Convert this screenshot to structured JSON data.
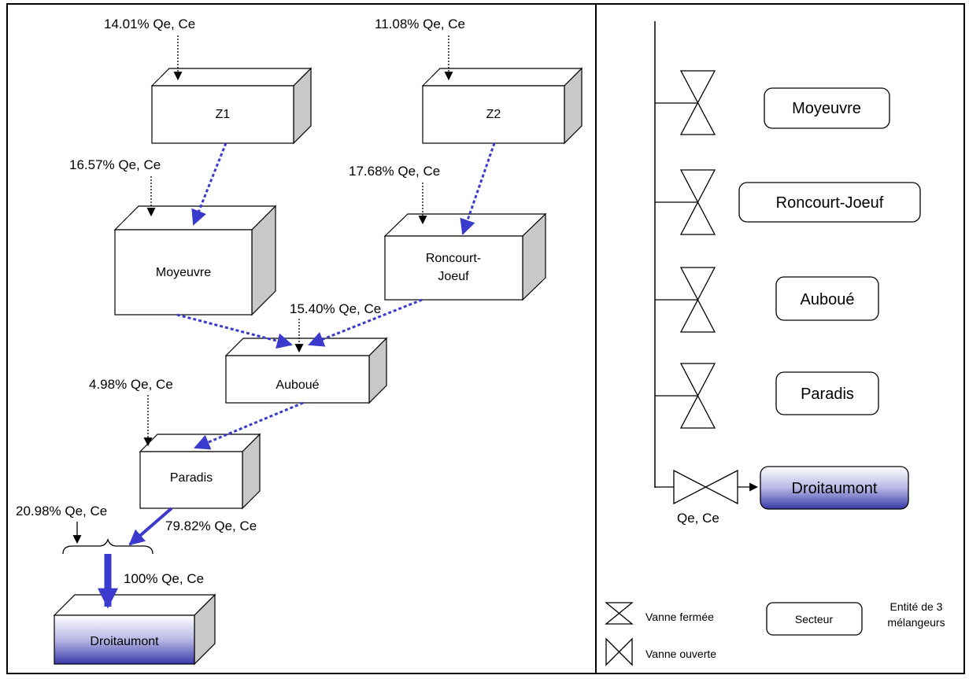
{
  "left_panel": {
    "boxes": {
      "z1": "Z1",
      "z2": "Z2",
      "moyeuvre": "Moyeuvre",
      "roncourt_line1": "Roncourt-",
      "roncourt_line2": "Joeuf",
      "auboue": "Auboué",
      "paradis": "Paradis",
      "droitaumont": "Droitaumont"
    },
    "inflows": {
      "z1": "14.01% Qe, Ce",
      "z2": "11.08% Qe, Ce",
      "moyeuvre": "16.57% Qe, Ce",
      "roncourt": "17.68% Qe, Ce",
      "auboue": "15.40% Qe, Ce",
      "paradis": "4.98% Qe, Ce",
      "direct": "20.98% Qe, Ce",
      "paradis_out": "79.82% Qe, Ce",
      "total": "100% Qe, Ce"
    }
  },
  "right_panel": {
    "sectors": [
      "Moyeuvre",
      "Roncourt-Joeuf",
      "Auboué",
      "Paradis",
      "Droitaumont"
    ],
    "outflow_label": "Qe, Ce"
  },
  "legend": {
    "closed_valve": "Vanne fermée",
    "open_valve": "Vanne ouverte",
    "sector_box": "Secteur",
    "entity_line1": "Entité de 3",
    "entity_line2": "mélangeurs"
  },
  "colors": {
    "flow_blue": "#3a3acc",
    "box_side": "#c8c8c8",
    "gradient_top": "#ffffff",
    "gradient_bottom": "#3a3aa8"
  }
}
